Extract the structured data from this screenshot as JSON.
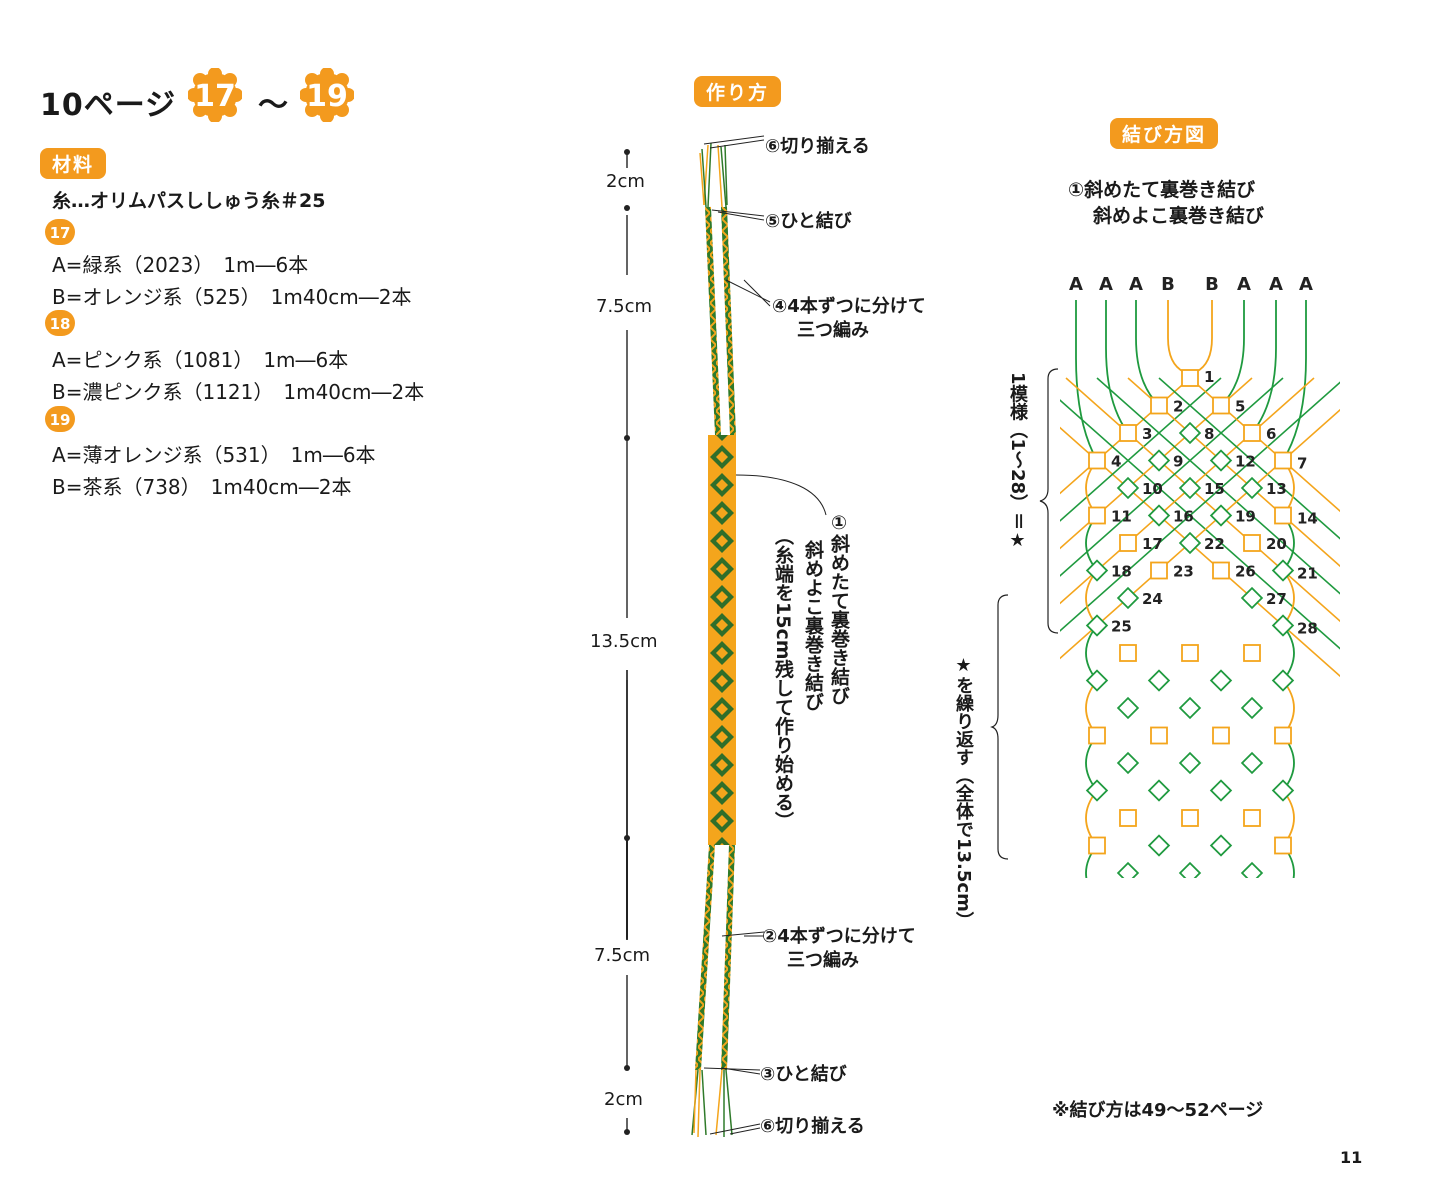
{
  "header": {
    "page_ref": "10ページ",
    "from_num": "17",
    "tilde": "～",
    "to_num": "19"
  },
  "materials": {
    "tag": "材料",
    "thread": "糸…オリムパスししゅう糸＃25",
    "variants": [
      {
        "num": "17",
        "a": "A=緑系（2023）　1m―6本",
        "b": "B=オレンジ系（525）　1m40cm―2本"
      },
      {
        "num": "18",
        "a": "A=ピンク系（1081）　1m―6本",
        "b": "B=濃ピンク系（1121）　1m40cm―2本"
      },
      {
        "num": "19",
        "a": "A=薄オレンジ系（531）　1m―6本",
        "b": "B=茶系（738）　1m40cm―2本"
      }
    ]
  },
  "method": {
    "tag": "作り方",
    "dims": [
      "2cm",
      "7.5cm",
      "13.5cm",
      "7.5cm",
      "2cm"
    ],
    "steps": {
      "cut_top": "⑥切り揃える",
      "knot_top": "⑤ひと結び",
      "braid_top_1": "④4本ずつに分けて",
      "braid_top_2": "三つ編み",
      "braid_bottom_1": "②4本ずつに分けて",
      "braid_bottom_2": "三つ編み",
      "knot_bottom": "③ひと結び",
      "cut_bottom": "⑥切り揃える"
    },
    "main_step_1": "①斜めたて裏巻き結び",
    "main_step_2": "斜めよこ裏巻き結び",
    "main_step_3": "（糸端を15cm残して作り始める）"
  },
  "knot_diagram": {
    "tag": "結び方図",
    "heading_1": "①斜めたて裏巻き結び",
    "heading_2": "斜めよこ裏巻き結び",
    "threads": [
      "A",
      "A",
      "A",
      "B",
      "B",
      "A",
      "A",
      "A"
    ],
    "pattern_label": "1模様（1〜28）＝★",
    "repeat_label": "★を繰り返す（全体で13.5cm）",
    "knots": [
      "1",
      "2",
      "3",
      "4",
      "5",
      "6",
      "7",
      "8",
      "9",
      "10",
      "11",
      "12",
      "13",
      "14",
      "15",
      "16",
      "17",
      "18",
      "19",
      "20",
      "21",
      "22",
      "23",
      "24",
      "25",
      "26",
      "27",
      "28"
    ],
    "note": "※結び方は49～52ページ"
  },
  "page_number": "11",
  "colors": {
    "green": "#1f9a3f",
    "orange": "#f4a51c",
    "tag_bg": "#f39a1e",
    "strand_green": "#2f7a2a"
  }
}
